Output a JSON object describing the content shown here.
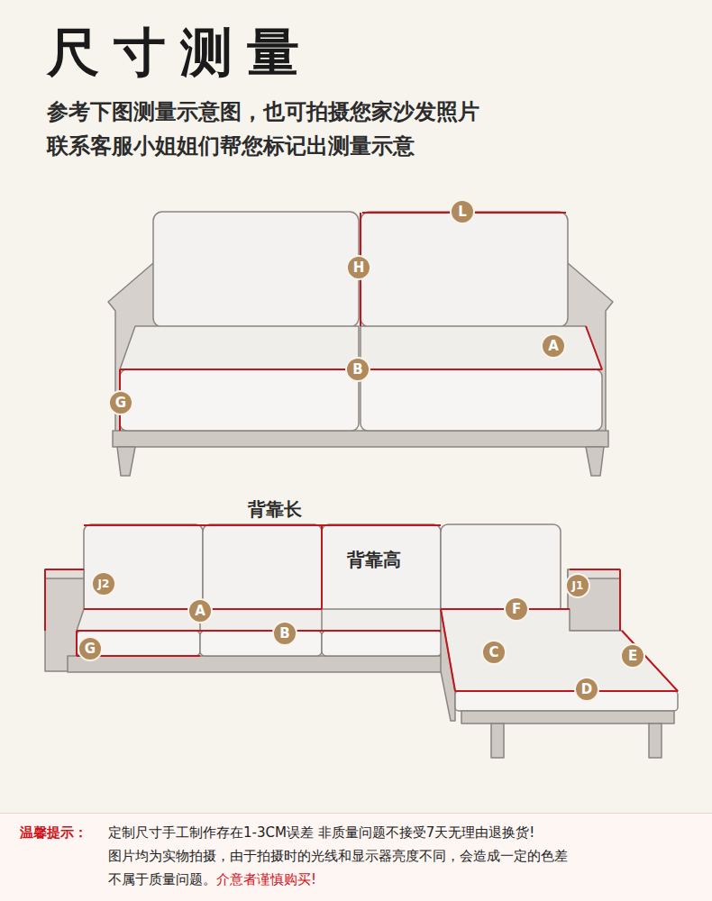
{
  "diagram": {
    "title": "尺寸测量",
    "nodes": [
      {
        "text": [
          "L"
        ]
      },
      {
        "text": [
          "H"
        ]
      },
      {
        "text": [
          "A"
        ]
      },
      {
        "text": [
          "B"
        ]
      },
      {
        "text": [
          "G"
        ]
      },
      {
        "text": [
          "J2"
        ]
      },
      {
        "text": [
          "J1"
        ]
      },
      {
        "text": [
          "A"
        ]
      },
      {
        "text": [
          "F"
        ]
      },
      {
        "text": [
          "B"
        ]
      },
      {
        "text": [
          "G"
        ]
      },
      {
        "text": [
          "C"
        ]
      },
      {
        "text": [
          "E"
        ]
      },
      {
        "text": [
          "D"
        ]
      },
      {
        "text": [
          "温馨提示：",
          "定制尺寸手工制作存在1-3CM误差 非质量问题不接受7天无理由退换货!",
          "图片均为实物拍摄，由于拍摄时的光线和显示器亮度不同，会造成一定的色差",
          "不属于质量问题。",
          "介意者谨慎购买!"
        ]
      }
    ],
    "labels": [
      "参考下图测量示意图，也可拍摄您家沙发照片",
      "联系客服小姐姐们帮您标记出测量示意",
      "背靠长",
      "背靠高"
    ]
  }
}
